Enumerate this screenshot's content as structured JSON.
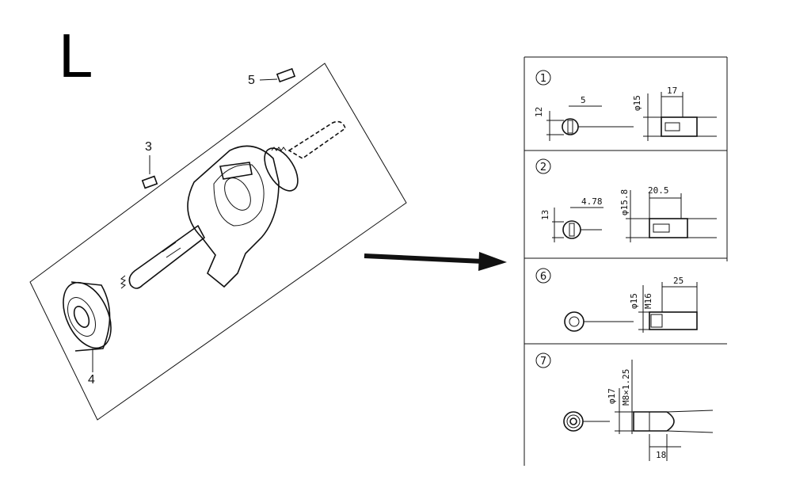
{
  "section": {
    "letter": "L"
  },
  "callouts": {
    "c3": "3",
    "c4": "4",
    "c5": "5"
  },
  "details": {
    "d1": {
      "index": "1",
      "dims": {
        "height": "12",
        "offset": "5",
        "diameter": "φ15",
        "length": "17"
      }
    },
    "d2": {
      "index": "2",
      "dims": {
        "height": "13",
        "offset": "4.78",
        "diameter": "φ15.8",
        "length": "20.5"
      }
    },
    "d6": {
      "index": "6",
      "dims": {
        "diameter": "φ15",
        "inner": "M16",
        "length": "25"
      }
    },
    "d7": {
      "index": "7",
      "dims": {
        "diameter": "φ17",
        "thread": "M8×1.25",
        "length": "18"
      }
    }
  },
  "colors": {
    "ink": "#111111",
    "paper": "#ffffff"
  }
}
